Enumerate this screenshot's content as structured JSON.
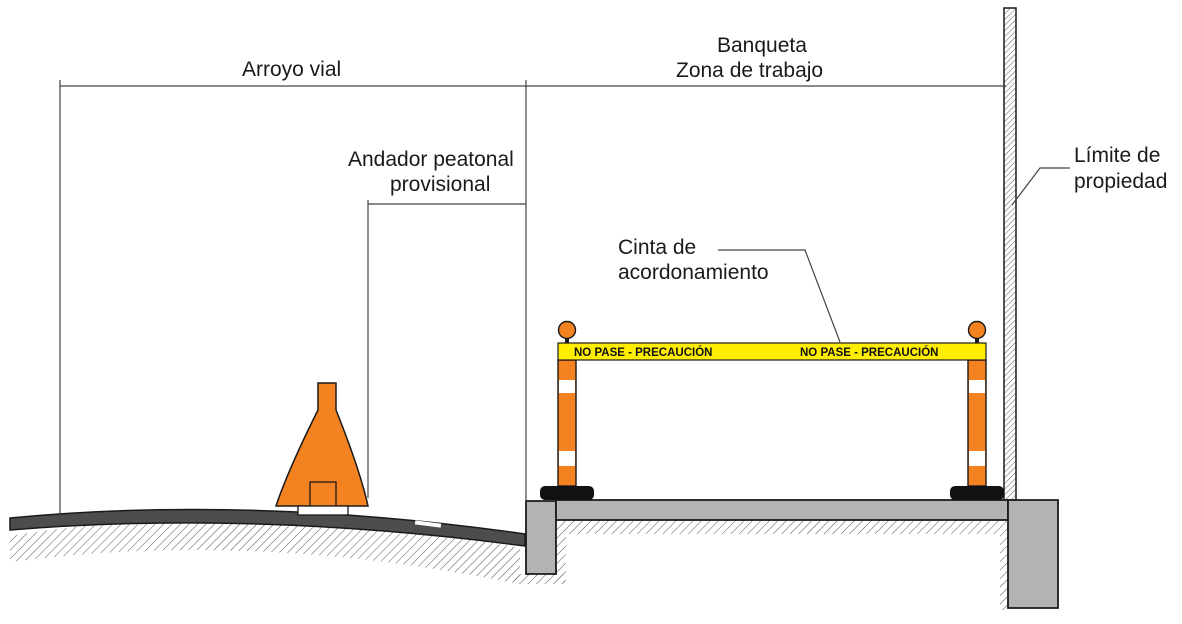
{
  "labels": {
    "roadway": "Arroyo vial",
    "sidewalk_line1": "Banqueta",
    "sidewalk_line2": "Zona de trabajo",
    "walkway_line1": "Andador peatonal",
    "walkway_line2": "provisional",
    "property_line1": "Límite de",
    "property_line2": "propiedad",
    "tape_line1": "Cinta de",
    "tape_line2": "acordonamiento"
  },
  "tape": {
    "text_left": "NO PASE - PRECAUCIÓN",
    "text_right": "NO PASE - PRECAUCIÓN"
  },
  "colors": {
    "orange": "#f58220",
    "tape_yellow": "#ffee00",
    "concrete": "#b3b3b3",
    "asphalt": "#4d4d4d",
    "outline": "#1a1a1a"
  }
}
